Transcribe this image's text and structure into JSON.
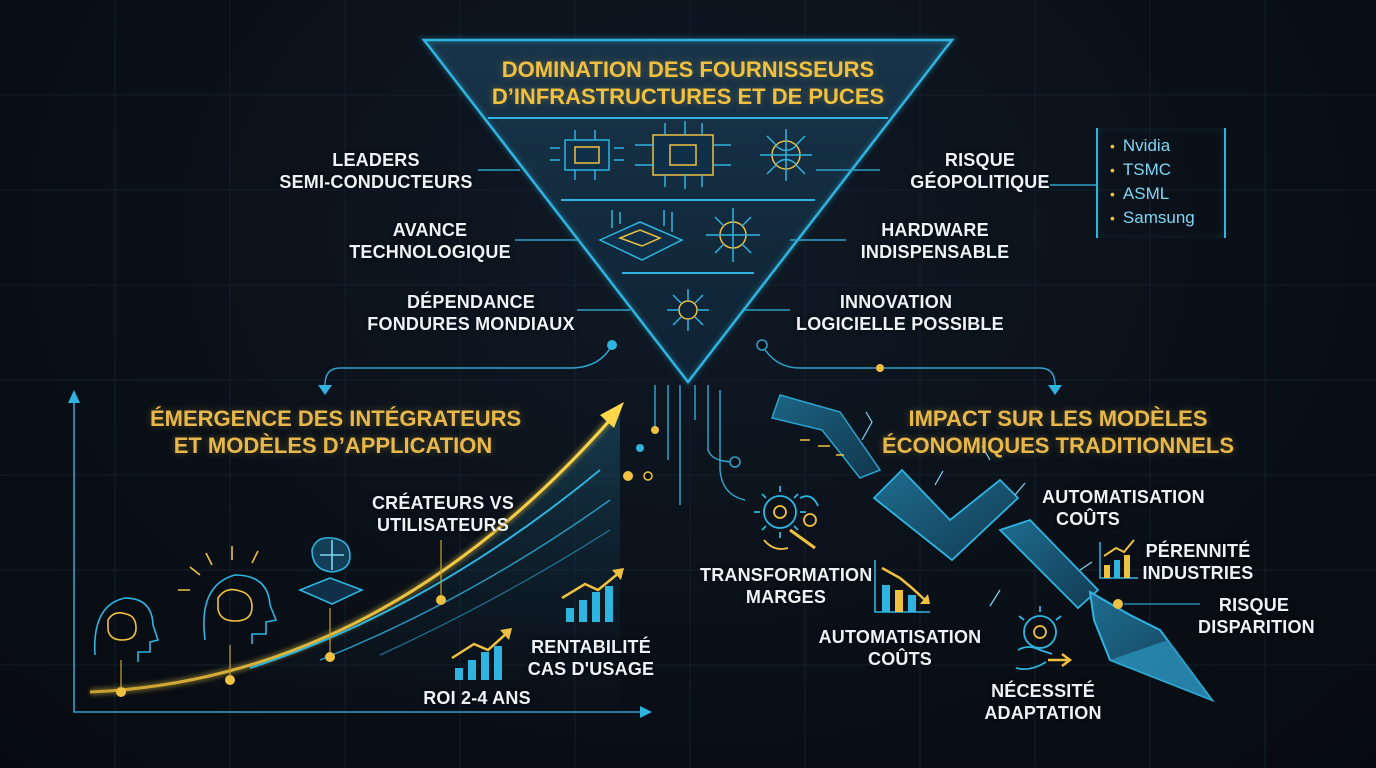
{
  "colors": {
    "cyan": "#2fb4e0",
    "gold": "#f0c040",
    "label": "#eef3f8",
    "background": "#0a1018"
  },
  "top": {
    "title_line1": "DOMINATION DES FOURNISSEURS",
    "title_line2": "D’INFRASTRUCTURES ET DE PUCES"
  },
  "pyramid_labels": {
    "leaders": [
      "LEADERS",
      "SEMI-CONDUCTEURS"
    ],
    "avance": [
      "AVANCE",
      "TECHNOLOGIQUE"
    ],
    "dependance": [
      "DÉPENDANCE",
      "FONDURES MONDIAUX"
    ],
    "risque": [
      "RISQUE",
      "GÉOPOLITIQUE"
    ],
    "hardware": [
      "HARDWARE",
      "INDISPENSABLE"
    ],
    "innovation": [
      "INNOVATION",
      "LOGICIELLE POSSIBLE"
    ]
  },
  "vendors": [
    "Nvidia",
    "TSMC",
    "ASML",
    "Samsung"
  ],
  "left": {
    "title_line1": "ÉMERGENCE DES INTÉGRATEURS",
    "title_line2": "ET MODÈLES D’APPLICATION",
    "createurs": [
      "CRÉATEURS VS",
      "UTILISATEURS"
    ],
    "rentabilite": [
      "RENTABILITÉ",
      "CAS D'USAGE"
    ],
    "roi": "ROI 2-4 ANS"
  },
  "right": {
    "title_line1": "IMPACT SUR LES MODÈLES",
    "title_line2": "ÉCONOMIQUES TRADITIONNELS",
    "automatisation_top": [
      "AUTOMATISATION",
      "COÛTS"
    ],
    "perennite": [
      "PÉRENNITÉ",
      "INDUSTRIES"
    ],
    "risque_disparition": [
      "RISQUE",
      "DISPARITION"
    ],
    "transformation": [
      "TRANSFORMATION",
      "MARGES"
    ],
    "automatisation_bottom": [
      "AUTOMATISATION",
      "COÛTS"
    ],
    "necessite": [
      "NÉCESSITÉ",
      "ADAPTATION"
    ]
  }
}
